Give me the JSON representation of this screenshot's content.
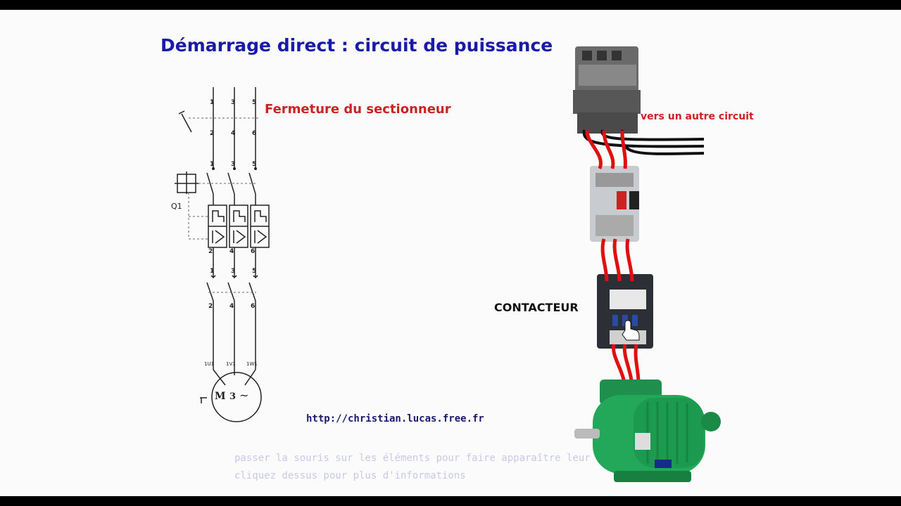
{
  "title": "Démarrage direct : circuit de puissance",
  "step_label": "Fermeture du sectionneur",
  "other_circuit_label": "vers un autre circuit",
  "contactor_label": "CONTACTEUR",
  "url": "http://christian.lucas.free.fr",
  "hint_line1": "passer la souris sur les éléments pour faire apparaître leur nom et",
  "hint_line2": "cliquez dessus pour plus d'informations",
  "schematic": {
    "breaker_name": "Q1",
    "terminals_top": [
      "1",
      "3",
      "5"
    ],
    "terminals_bottom": [
      "2",
      "4",
      "6"
    ],
    "motor_terminals": [
      "1U1",
      "1V1",
      "1W1"
    ],
    "motor_symbol": "M",
    "motor_phases": "3",
    "motor_ac": "~"
  },
  "colors": {
    "title": "#1a1aa8",
    "accent_red": "#cc2222",
    "wire_red": "#e01010",
    "motor_green": "#23a85a"
  },
  "icons": [
    "disconnector-icon",
    "motor-breaker-icon",
    "contactor-icon",
    "motor-icon",
    "hand-cursor-icon"
  ]
}
